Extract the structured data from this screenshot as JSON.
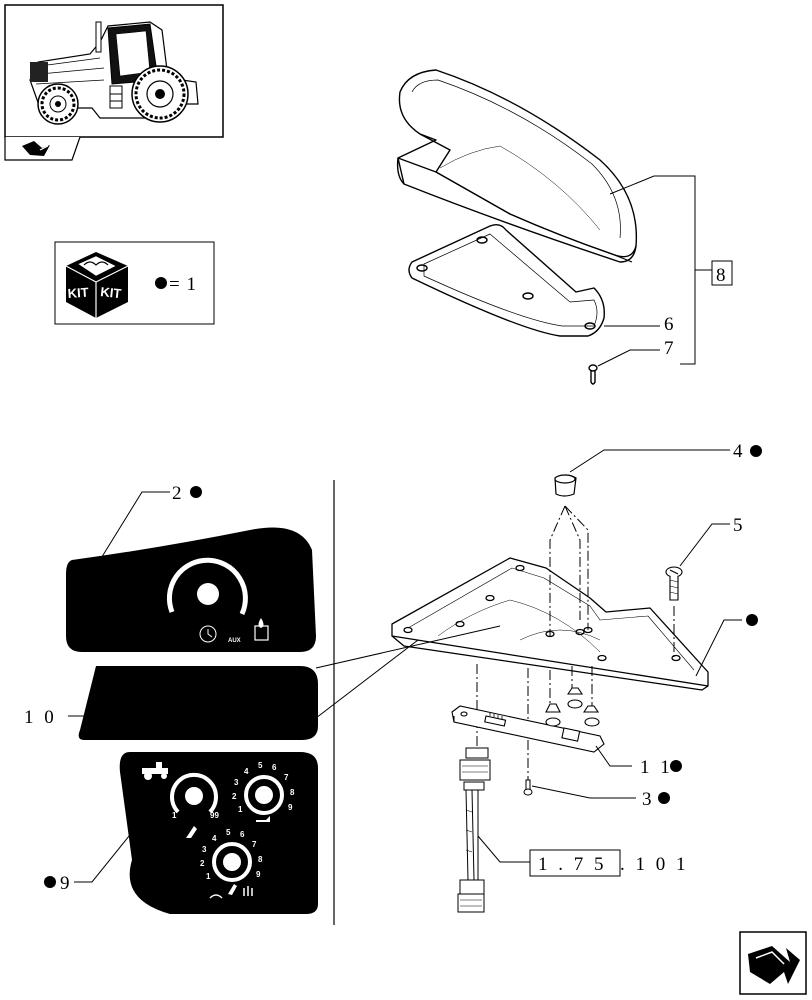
{
  "labels": {
    "l2": "2",
    "l3": "3",
    "l4": "4",
    "l5": "5",
    "l6": "6",
    "l7": "7",
    "l8": "8",
    "l9": "9",
    "l10": "1 0",
    "l11": "1 1",
    "ref_box": "1 . 7 5",
    "ref_tail": ". 1   0 1"
  },
  "kit": {
    "word_left": "KIT",
    "word_right": "KIT",
    "legend": "= 1"
  },
  "decal_top": {
    "aux": "AUX"
  },
  "decal_bottom": {
    "dial1_min": "1",
    "dial1_max": "99",
    "dial2_ticks": [
      "1",
      "2",
      "3",
      "4",
      "5",
      "6",
      "7",
      "8",
      "9"
    ],
    "dial3_ticks": [
      "1",
      "2",
      "3",
      "4",
      "5",
      "6",
      "7",
      "8",
      "9"
    ]
  },
  "colors": {
    "ink": "#000000",
    "paper": "#ffffff"
  }
}
